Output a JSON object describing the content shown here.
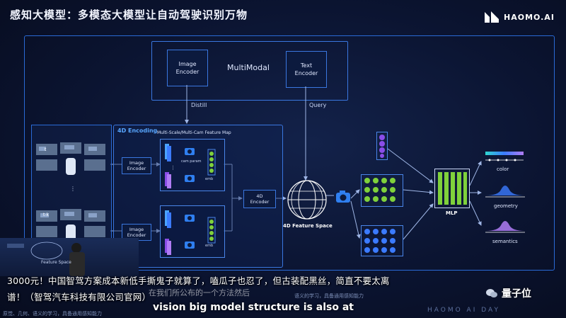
{
  "slide": {
    "title": "感知大模型：多模态大模型让自动驾驶识别万物",
    "logo_text": "HAOMO.AI",
    "bottom_brand": "HAOMO AI DAY"
  },
  "diagram": {
    "multimodal_label": "MultiModal",
    "image_encoder_top": "Image\nEncoder",
    "text_encoder": "Text\nEncoder",
    "distill_label": "Distill",
    "query_label": "Query",
    "encoding_title": "4D Encoding",
    "featmap_title": "Multi-Scale/Multi-Cam Feature Map",
    "image_encoder_mid_1": "Image\nEncoder",
    "image_encoder_mid_2": "Image\nEncoder",
    "cam_param": "cam param",
    "emb_1": "emb",
    "emb_2": "emb",
    "t_label_1": "t",
    "t_label_2": "t-k",
    "encoder_4d": "4D\nEncoder",
    "feature_space": "4D Feature Space",
    "mlp_label": "MLP",
    "outputs": [
      "color",
      "geometry",
      "semantics"
    ]
  },
  "presenter": {
    "label": "Feature Space"
  },
  "caption": {
    "line1": "3000元！中国智驾方案成本新低手撕鬼子就算了，嗑瓜子也忍了，但古装配黑丝，简直不要太离",
    "line2": "谱！（智驾汽车科技有限公司官网）",
    "ghost_line": "在我们所公布的一个方法然后",
    "english_sub": "vision big model structure is also at",
    "faded_cn_right": "语义的学习，具备通用感知能力",
    "faded_cn_left": "原觉、几何、语义的学习，具备通用感知能力"
  },
  "watermark": {
    "name": "量子位"
  },
  "colors": {
    "accent_blue": "#3a77e0",
    "feature_green": "#7fd13b",
    "feature_purple": "#8a4de8",
    "background": "#0b1226"
  }
}
